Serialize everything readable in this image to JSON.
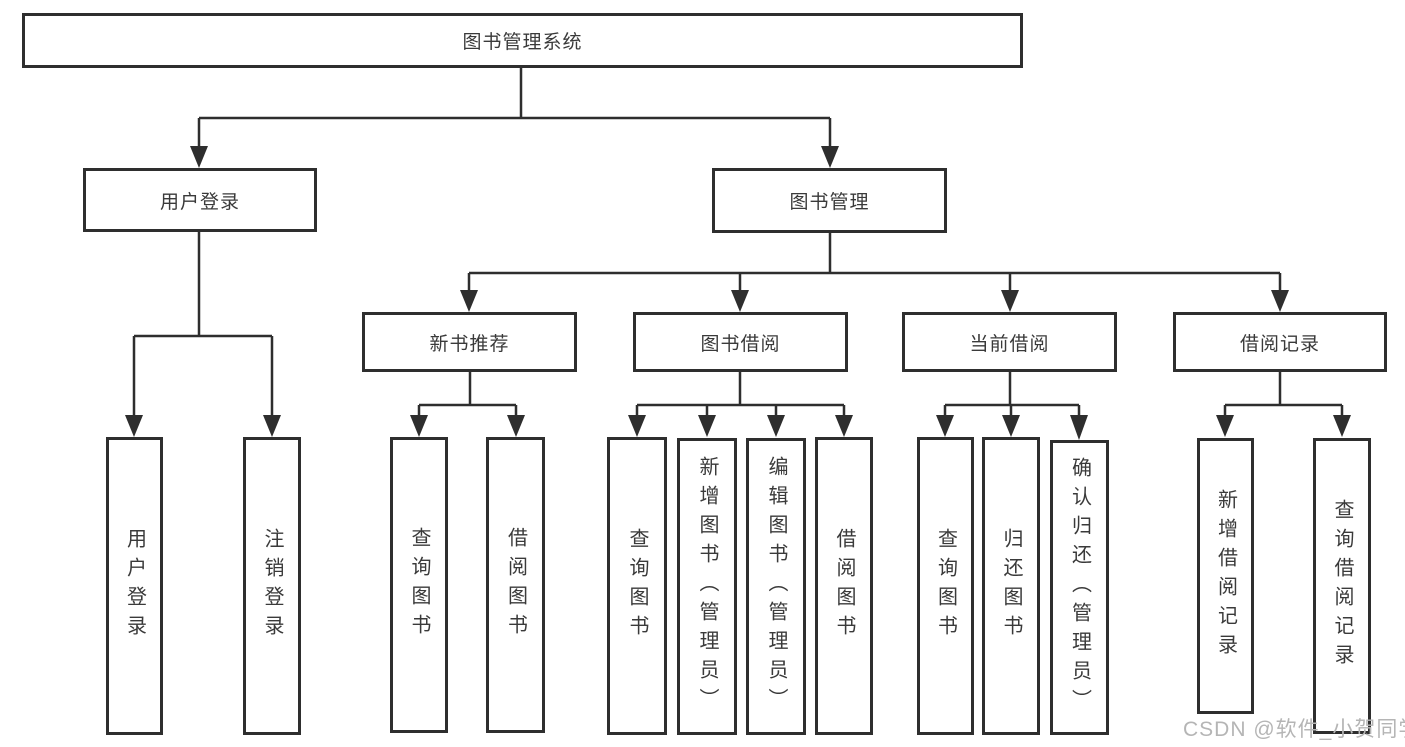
{
  "diagram": {
    "root": {
      "label": "图书管理系统"
    },
    "branches": [
      {
        "label": "用户登录",
        "children": [
          {
            "label": "用户登录"
          },
          {
            "label": "注销登录"
          }
        ]
      },
      {
        "label": "图书管理",
        "children": [
          {
            "label": "新书推荐",
            "children": [
              {
                "label": "查询图书"
              },
              {
                "label": "借阅图书"
              }
            ]
          },
          {
            "label": "图书借阅",
            "children": [
              {
                "label": "查询图书"
              },
              {
                "label": "新增图书（管理员）"
              },
              {
                "label": "编辑图书（管理员）"
              },
              {
                "label": "借阅图书"
              }
            ]
          },
          {
            "label": "当前借阅",
            "children": [
              {
                "label": "查询图书"
              },
              {
                "label": "归还图书"
              },
              {
                "label": "确认归还（管理员）"
              }
            ]
          },
          {
            "label": "借阅记录",
            "children": [
              {
                "label": "新增借阅记录"
              },
              {
                "label": "查询借阅记录"
              }
            ]
          }
        ]
      }
    ],
    "colors": {
      "line": "#2e2e2e",
      "text": "#3a3a3a",
      "watermark": "#b5b5b5",
      "background": "#ffffff"
    }
  },
  "watermark": {
    "text": "CSDN @软件_小贺同学"
  }
}
